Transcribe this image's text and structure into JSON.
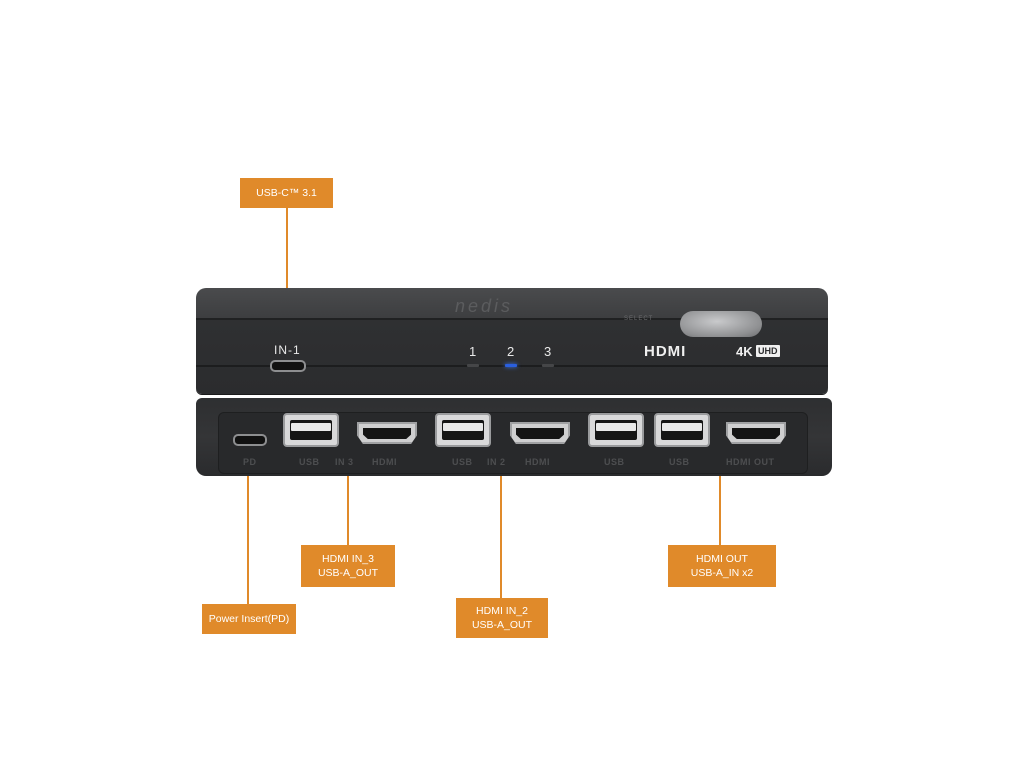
{
  "callouts": {
    "usbc": "USB-C™ 3.1",
    "hdmi_in3": [
      "HDMI IN_3",
      "USB-A_OUT"
    ],
    "hdmi_in2": [
      "HDMI IN_2",
      "USB-A_OUT"
    ],
    "hdmi_out": [
      "HDMI OUT",
      "USB-A_IN x2"
    ],
    "power": "Power Insert(PD)"
  },
  "device": {
    "in1_label": "IN-1",
    "channel_numbers": [
      "1",
      "2",
      "3"
    ],
    "active_channel": "2",
    "hdmi_logo": "HDMI",
    "uhd_4k": "4K",
    "uhd_badge": "UHD",
    "select_label": "SELECT",
    "brand": "nedis",
    "port_labels": [
      "PD",
      "USB",
      "IN 3",
      "HDMI",
      "USB",
      "IN 2",
      "HDMI",
      "USB",
      "USB",
      "HDMI OUT"
    ]
  },
  "colors": {
    "callout": "#e08a2a",
    "led_active": "#2a5fe0"
  }
}
